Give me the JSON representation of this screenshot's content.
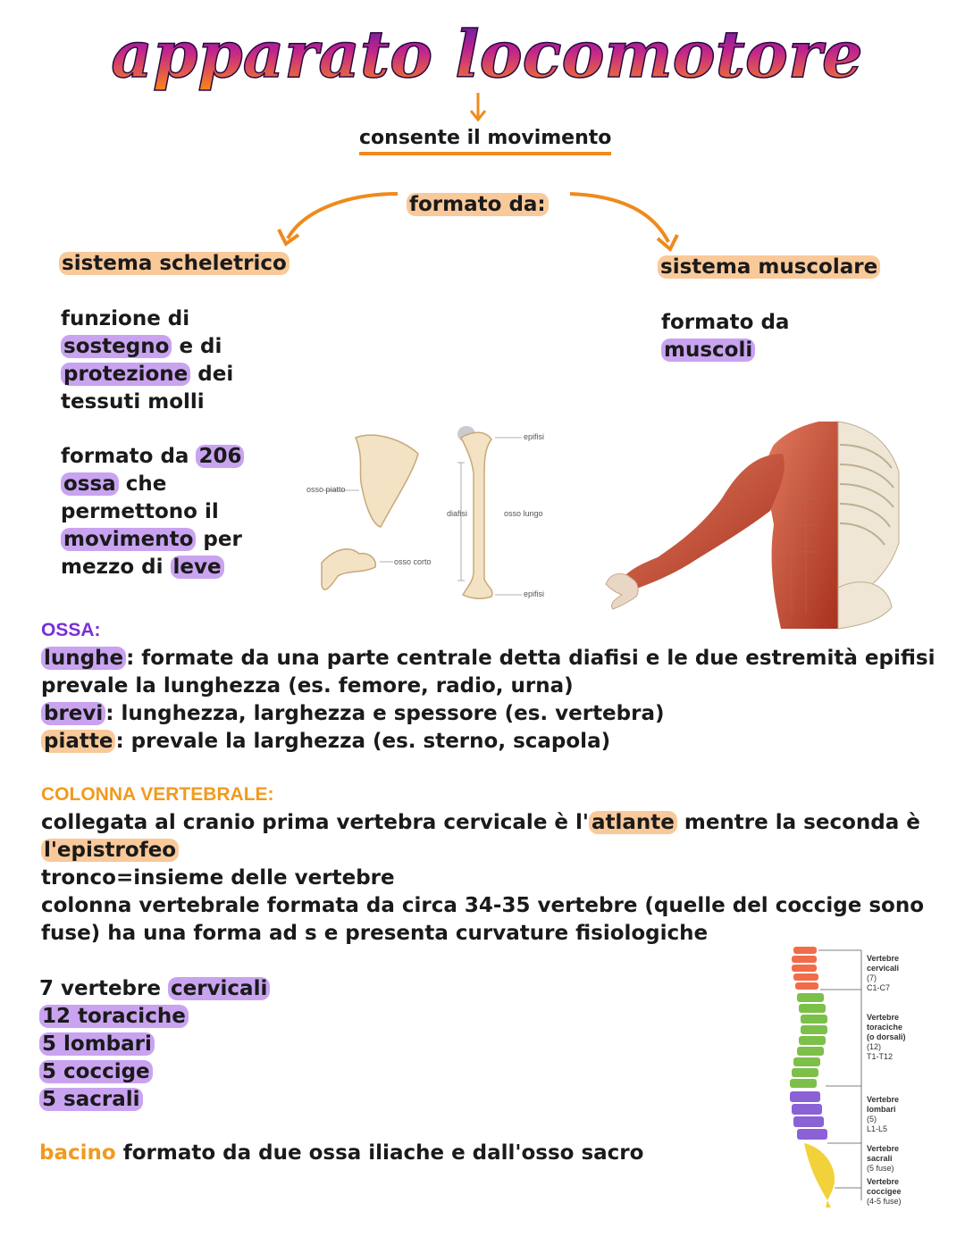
{
  "title": "apparato locomotore",
  "subtitle": "consente il movimento",
  "formed_by": "formato da:",
  "skeletal": {
    "heading": "sistema scheletrico",
    "function": {
      "p1": "funzione di",
      "h1": "sostegno",
      "p2": "e di",
      "h2": "protezione",
      "p3": "dei",
      "p4": "tessuti molli"
    },
    "formed": {
      "p1": "formato da",
      "h1": "206",
      "h2": "ossa",
      "p2": "che",
      "p3": "permettono il",
      "h3": "movimento",
      "p4": "per",
      "p5": "mezzo di",
      "h4": "leve"
    }
  },
  "muscular": {
    "heading": "sistema muscolare",
    "p1": "formato da",
    "h1": "muscoli"
  },
  "bone_labels": {
    "flat": "osso piatto",
    "short": "osso corto",
    "long": "osso lungo",
    "epiphysis_top": "epifisi",
    "epiphysis_bottom": "epifisi",
    "diaphysis": "diafisi"
  },
  "bones": {
    "heading": "OSSA:",
    "l1_key": "lunghe",
    "l1_text": ": formate da una parte centrale detta diafisi e le due estremità epifisi",
    "l2_text": "prevale la lunghezza (es. femore, radio, urna)",
    "l3_key": "brevi",
    "l3_text": ": lunghezza, larghezza e spessore (es. vertebra)",
    "l4_key": "piatte",
    "l4_text": ": prevale la larghezza (es. sterno, scapola)"
  },
  "spine": {
    "heading": "COLONNA VERTEBRALE:",
    "l1a": "collegata al cranio prima vertebra cervicale è l'",
    "l1_key": "atlante",
    "l1b": " mentre la seconda è",
    "l2_key": "l'epistrofeo",
    "l3": "tronco=insieme delle vertebre",
    "l4": "colonna vertebrale formata da circa 34-35 vertebre (quelle del coccige sono",
    "l5": "fuse) ha una forma ad s e presenta curvature fisiologiche"
  },
  "vertebrae": {
    "v1a": "7 vertebre",
    "v1b": "cervicali",
    "v2": "12 toraciche",
    "v3": "5 lombari",
    "v4": "5 coccige",
    "v5": "5 sacrali"
  },
  "pelvis": {
    "key": "bacino",
    "text": "formato da due ossa iliache e dall'osso sacro"
  },
  "spine_labels": {
    "cervical": [
      "Vertebre",
      "cervicali",
      "(7)",
      "C1-C7"
    ],
    "thoracic": [
      "Vertebre",
      "toraciche",
      "(o dorsali)",
      "(12)",
      "T1-T12"
    ],
    "lumbar": [
      "Vertebre",
      "lombari",
      "(5)",
      "L1-L5"
    ],
    "sacral": [
      "Vertebre",
      "sacrali",
      "(5 fuse)"
    ],
    "coccygeal": [
      "Vertebre",
      "coccigee",
      "(4-5 fuse)"
    ]
  },
  "colors": {
    "accent_orange": "#f08a1c",
    "highlight_purple": "#c9a3f0",
    "highlight_orange": "#f9c99a",
    "heading_purple": "#7a2fd6",
    "heading_orange": "#f29a1e"
  }
}
